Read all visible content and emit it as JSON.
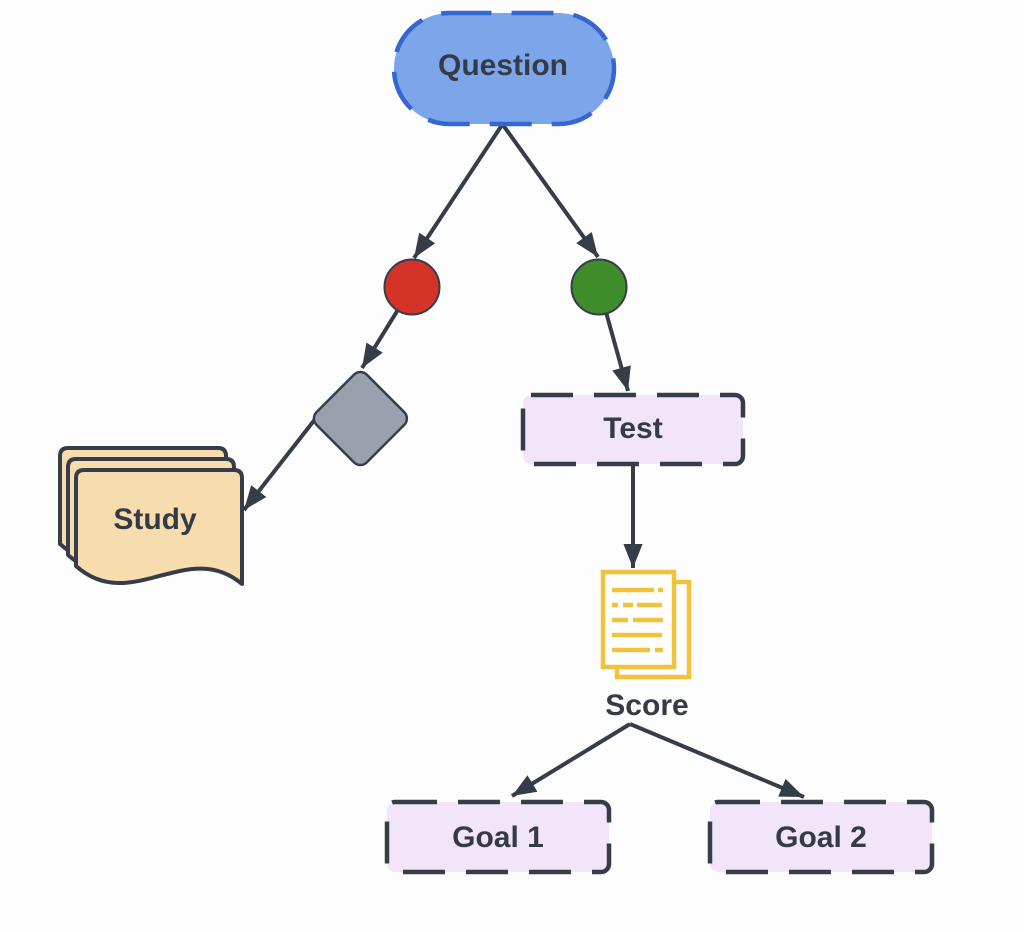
{
  "diagram": {
    "nodes": {
      "question": {
        "label": "Question"
      },
      "test": {
        "label": "Test"
      },
      "study": {
        "label": "Study"
      },
      "score": {
        "label": "Score"
      },
      "goal1": {
        "label": "Goal 1"
      },
      "goal2": {
        "label": "Goal 2"
      }
    },
    "colors": {
      "background": "#fdfdfe",
      "dark": "#363d49",
      "text": "#343b46",
      "question_fill": "#7da6ea",
      "question_border": "#3566d1",
      "red_dot": "#d43427",
      "green_dot": "#3e8c2a",
      "diamond_fill": "#9aa1ac",
      "document_fill": "#f7dcae",
      "process_fill": "#f3e5f9",
      "icon_yellow": "#f1c23b",
      "icon_paper": "#ffffff"
    }
  }
}
